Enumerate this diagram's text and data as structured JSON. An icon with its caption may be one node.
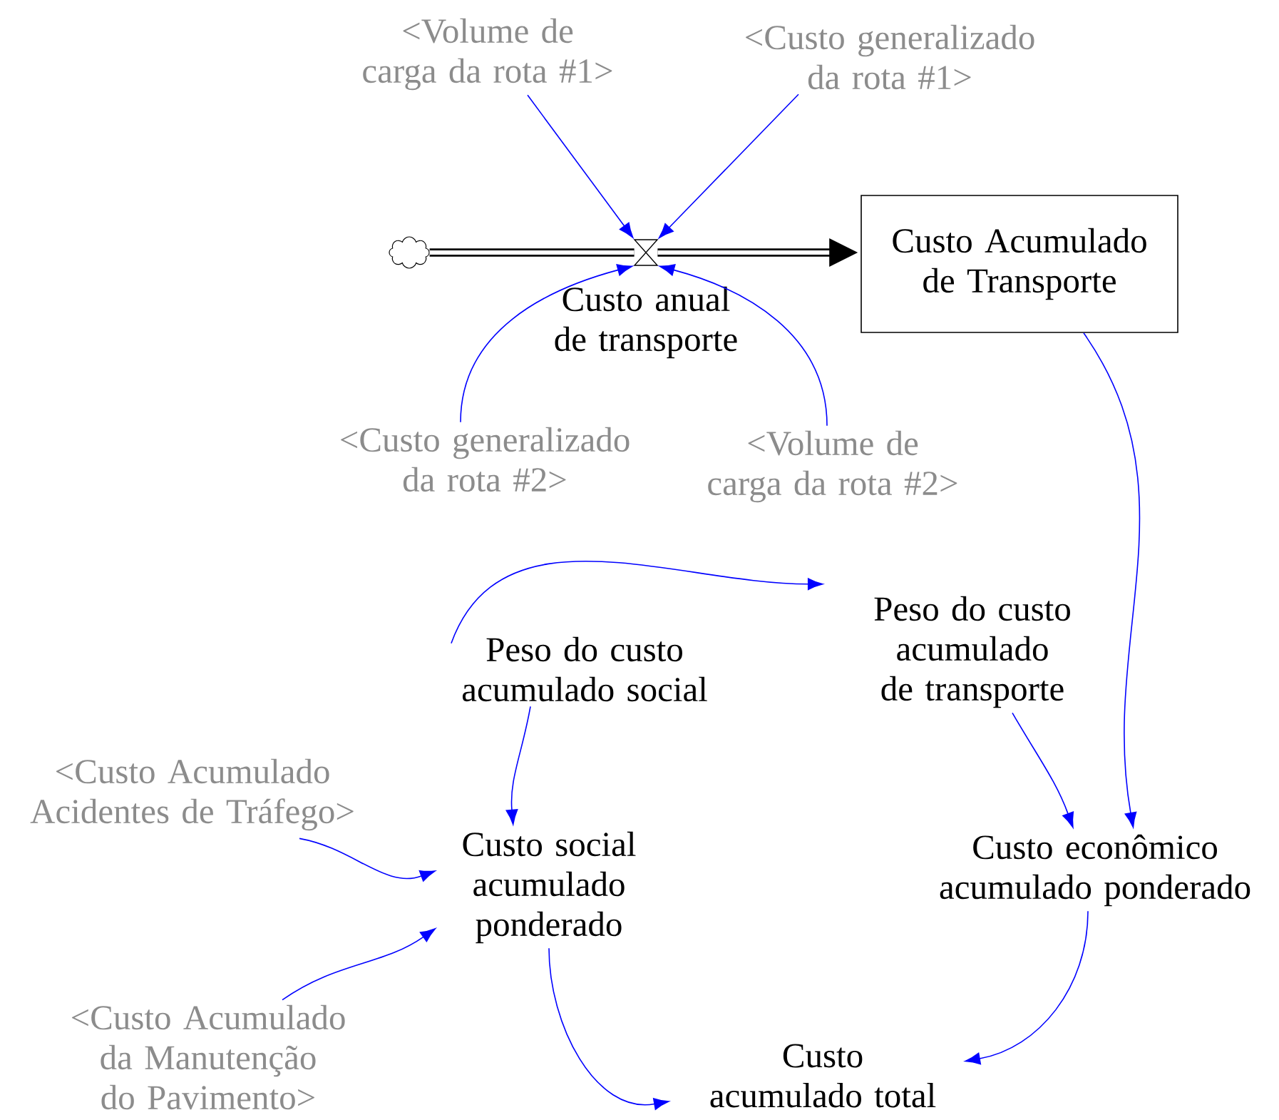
{
  "diagram": {
    "nodes": [
      {
        "text": [],
        "shape": "cloud"
      },
      {
        "text": [
          "Custo anual de transporte"
        ]
      },
      {
        "text": [
          "Custo Acumulado de Transporte"
        ]
      },
      {
        "text": [
          "<Volume de carga da rota #1>"
        ]
      },
      {
        "text": [
          "<Custo generalizado da rota #1>"
        ]
      },
      {
        "text": [
          "<Custo generalizado da rota #2>"
        ]
      },
      {
        "text": [
          "<Volume de carga da rota #2>"
        ]
      },
      {
        "text": [
          "Peso do custo acumulado social"
        ]
      },
      {
        "text": [
          "Peso do custo acumulado de transporte"
        ]
      },
      {
        "text": [
          "<Custo Acumulado Acidentes de Tráfego>"
        ]
      },
      {
        "text": [
          "Custo social acumulado ponderado"
        ]
      },
      {
        "text": [
          "Custo econômico acumulado ponderado"
        ]
      },
      {
        "text": [
          "<Custo Acumulado da Manutenção do Pavimento>"
        ]
      },
      {
        "text": [
          "Custo acumulado total"
        ]
      }
    ],
    "edges": [
      {
        "from": 0,
        "to": 1,
        "arrow": "none",
        "style": "thick",
        "color": "#000000"
      },
      {
        "from": 1,
        "to": 2,
        "arrow": "to",
        "style": "thick",
        "color": "#000000"
      },
      {
        "from": 3,
        "to": 1,
        "arrow": "to"
      },
      {
        "from": 4,
        "to": 1,
        "arrow": "to"
      },
      {
        "from": 5,
        "to": 1,
        "arrow": "to"
      },
      {
        "from": 6,
        "to": 1,
        "arrow": "to"
      },
      {
        "from": 2,
        "to": 11,
        "arrow": "to"
      },
      {
        "from": 7,
        "to": 8,
        "arrow": "to"
      },
      {
        "from": 7,
        "to": 10,
        "arrow": "to"
      },
      {
        "from": 8,
        "to": 11,
        "arrow": "to"
      },
      {
        "from": 9,
        "to": 10,
        "arrow": "to"
      },
      {
        "from": 12,
        "to": 10,
        "arrow": "to"
      },
      {
        "from": 10,
        "to": 13,
        "arrow": "to"
      },
      {
        "from": 11,
        "to": 13,
        "arrow": "to"
      }
    ]
  }
}
